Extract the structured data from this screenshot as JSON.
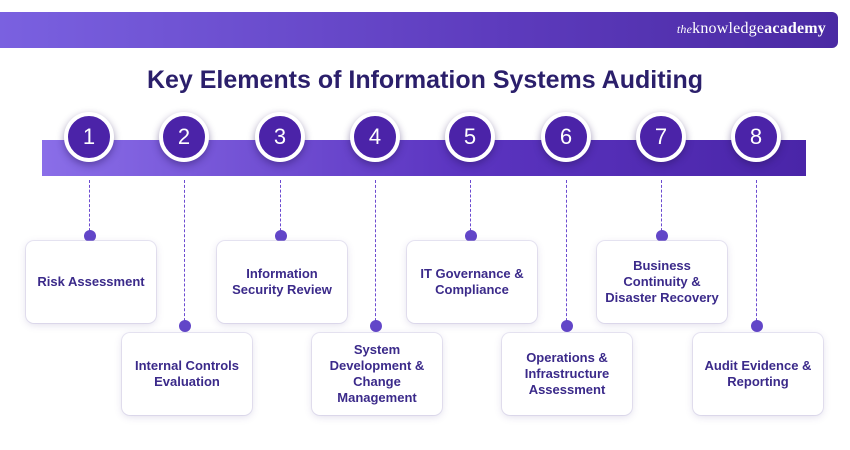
{
  "brand": {
    "prefix": "the",
    "knowledge": "knowledge",
    "academy": "academy"
  },
  "title": "Key Elements of Information Systems Auditing",
  "steps": [
    {
      "number": "1",
      "label": "Risk Assessment"
    },
    {
      "number": "2",
      "label": "Internal Controls Evaluation"
    },
    {
      "number": "3",
      "label": "Information Security Review"
    },
    {
      "number": "4",
      "label": "System Development & Change Management"
    },
    {
      "number": "5",
      "label": "IT Governance & Compliance"
    },
    {
      "number": "6",
      "label": "Operations & Infrastructure Assessment"
    },
    {
      "number": "7",
      "label": "Business Continuity & Disaster Recovery"
    },
    {
      "number": "8",
      "label": "Audit Evidence & Reporting"
    }
  ]
}
